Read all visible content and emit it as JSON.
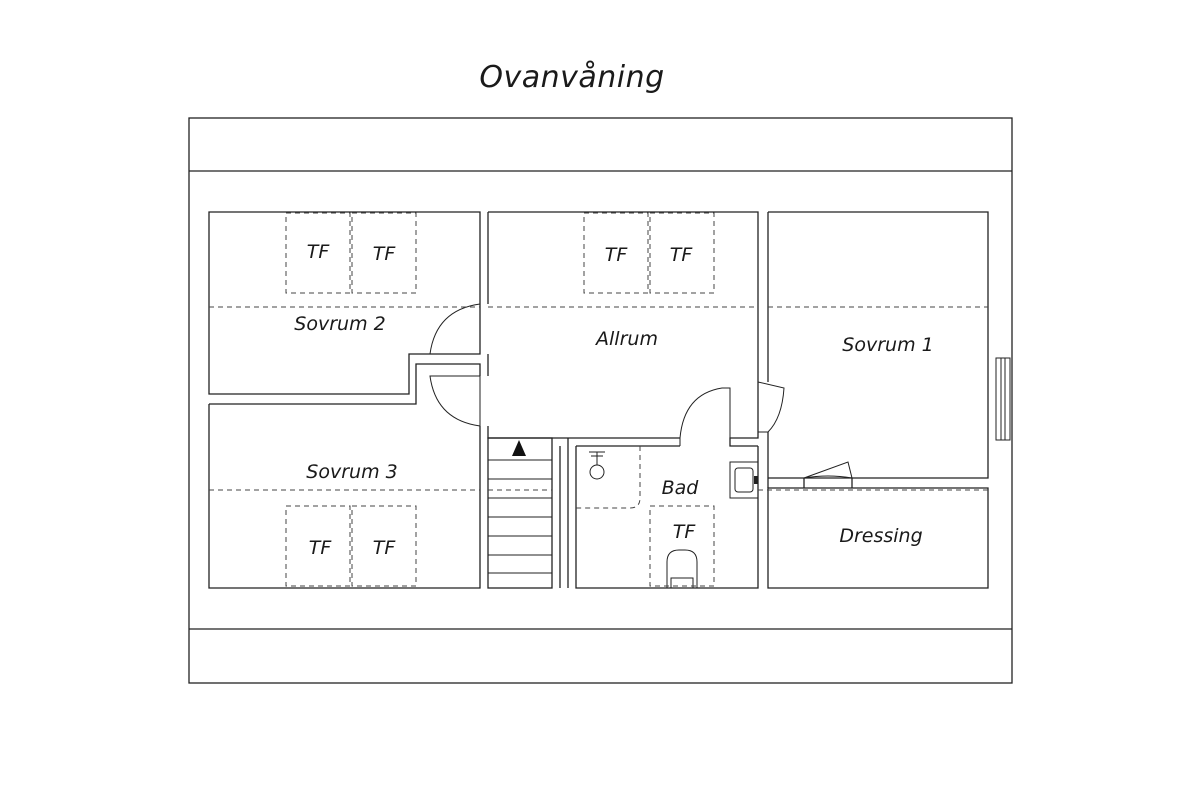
{
  "title": "Ovanvåning",
  "rooms": {
    "sovrum1": "Sovrum 1",
    "sovrum2": "Sovrum 2",
    "sovrum3": "Sovrum 3",
    "allrum": "Allrum",
    "bad": "Bad",
    "dressing": "Dressing"
  },
  "tf_label": "TF",
  "tf_zones": [
    {
      "room": "Sovrum 2",
      "label": "TF"
    },
    {
      "room": "Sovrum 2",
      "label": "TF"
    },
    {
      "room": "Allrum",
      "label": "TF"
    },
    {
      "room": "Allrum",
      "label": "TF"
    },
    {
      "room": "Sovrum 3",
      "label": "TF"
    },
    {
      "room": "Sovrum 3",
      "label": "TF"
    },
    {
      "room": "Bad",
      "label": "TF"
    }
  ],
  "colors": {
    "line": "#222222",
    "background": "#ffffff"
  }
}
